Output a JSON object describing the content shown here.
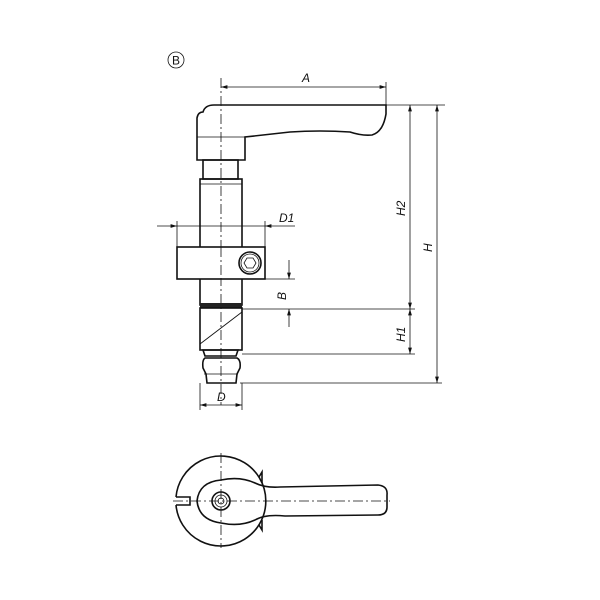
{
  "view_label": "B",
  "dimensions": {
    "A": "A",
    "H": "H",
    "H1": "H1",
    "H2": "H2",
    "B": "B",
    "D": "D",
    "D1": "D1"
  }
}
